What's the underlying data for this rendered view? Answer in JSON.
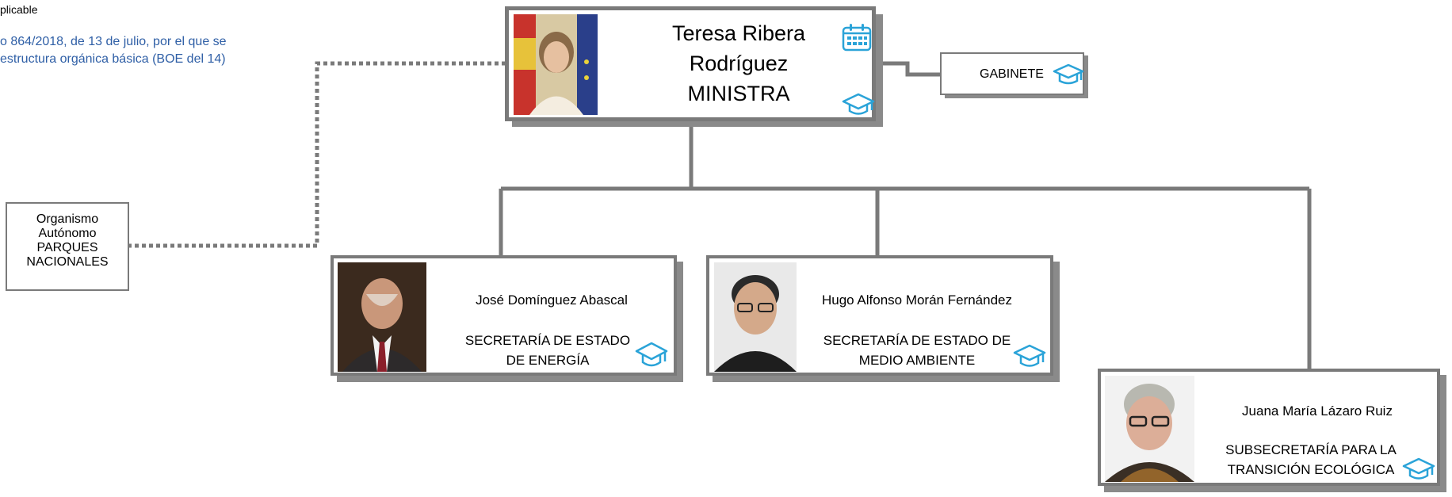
{
  "header": {
    "applicable_label": "plicable",
    "norma_line1": "o 864/2018, de 13 de julio, por el que se",
    "norma_line2": "estructura orgánica básica (BOE del 14)"
  },
  "colors": {
    "link": "#2f5fa6",
    "line": "#7a7a7a",
    "icon": "#2aa3d8"
  },
  "minister": {
    "name_line1": "Teresa Ribera",
    "name_line2": "Rodríguez",
    "role": "MINISTRA",
    "icons": [
      "calendar-icon",
      "graduation-cap-icon"
    ]
  },
  "gabinete": {
    "label": "GABINETE",
    "icon": "graduation-cap-icon"
  },
  "organismo": {
    "line1": "Organismo",
    "line2": "Autónomo",
    "line3": "PARQUES",
    "line4": "NACIONALES"
  },
  "units": [
    {
      "person": "José Domínguez Abascal",
      "role_line1": "SECRETARÍA DE ESTADO",
      "role_line2": "DE ENERGÍA",
      "icon": "graduation-cap-icon"
    },
    {
      "person": "Hugo Alfonso Morán Fernández",
      "role_line1": "SECRETARÍA DE ESTADO DE",
      "role_line2": "MEDIO AMBIENTE",
      "icon": "graduation-cap-icon"
    },
    {
      "person": "Juana María Lázaro Ruiz",
      "role_line1": "SUBSECRETARÍA PARA LA",
      "role_line2": "TRANSICIÓN ECOLÓGICA",
      "icon": "graduation-cap-icon"
    }
  ]
}
